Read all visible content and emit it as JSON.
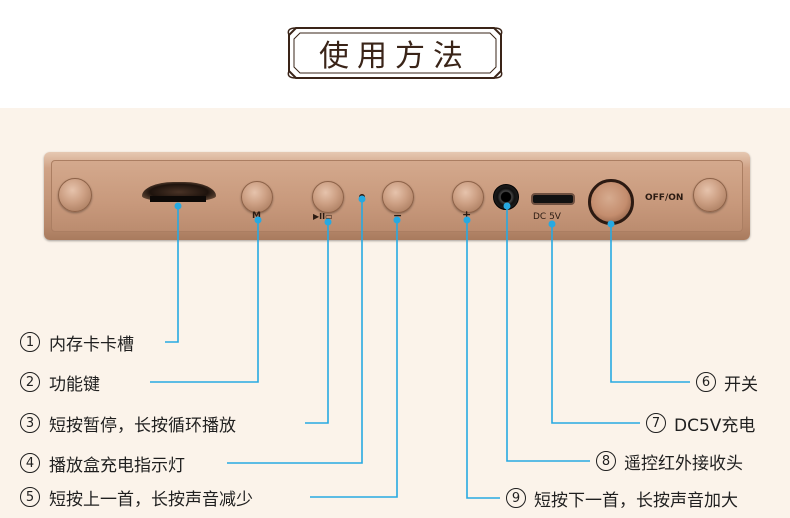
{
  "title": "使用方法",
  "device": {
    "mode_key_label": "M",
    "play_key_label": "▶II▭",
    "minus_key_label": "−",
    "plus_key_label": "+",
    "usb_port_label": "DC 5V",
    "power_label": "OFF/ON"
  },
  "labels": {
    "left": [
      {
        "num": "1",
        "text": "内存卡卡槽"
      },
      {
        "num": "2",
        "text": "功能键"
      },
      {
        "num": "3",
        "text": "短按暂停，长按循环播放"
      },
      {
        "num": "4",
        "text": "播放盒充电指示灯"
      },
      {
        "num": "5",
        "text": "短按上一首，长按声音减少"
      }
    ],
    "right": [
      {
        "num": "6",
        "text": "开关"
      },
      {
        "num": "7",
        "text": "DC5V充电"
      },
      {
        "num": "8",
        "text": "遥控红外接收头"
      },
      {
        "num": "9",
        "text": "短按下一首，长按声音加大"
      }
    ]
  },
  "colors": {
    "leader_line": "#27a9e1",
    "device_body": "#c8997c",
    "background": "#fbf3ea",
    "title_text": "#3a2418"
  }
}
